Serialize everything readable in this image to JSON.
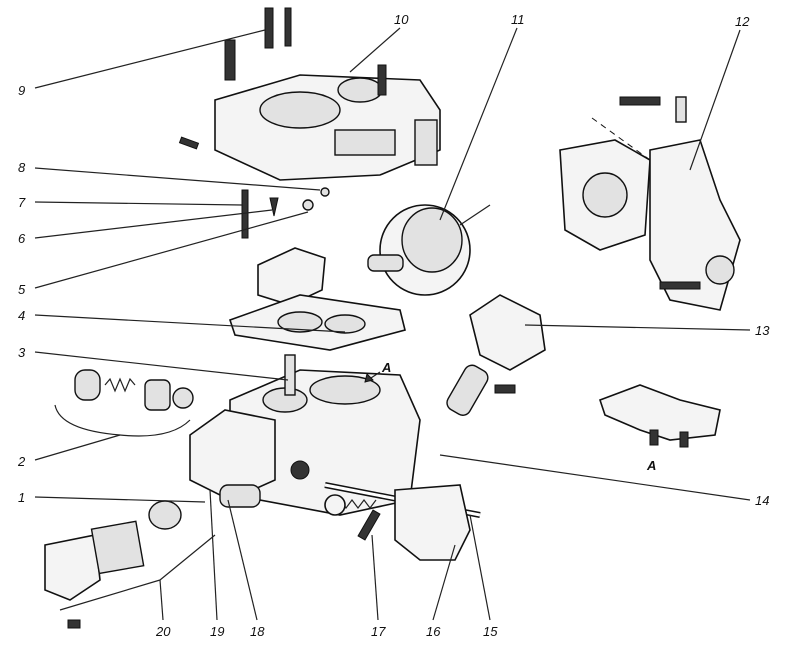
{
  "diagram": {
    "title": "Carburettor exploded view",
    "labels": {
      "l1": "1",
      "l2": "2",
      "l3": "3",
      "l4": "4",
      "l5": "5",
      "l6": "6",
      "l7": "7",
      "l8": "8",
      "l9": "9",
      "l10": "10",
      "l11": "11",
      "l12": "12",
      "l13": "13",
      "l14": "14",
      "l15": "15",
      "l16": "16",
      "l17": "17",
      "l18": "18",
      "l19": "19",
      "l20": "20",
      "detail_arrow": "A",
      "detail_view": "A"
    }
  }
}
